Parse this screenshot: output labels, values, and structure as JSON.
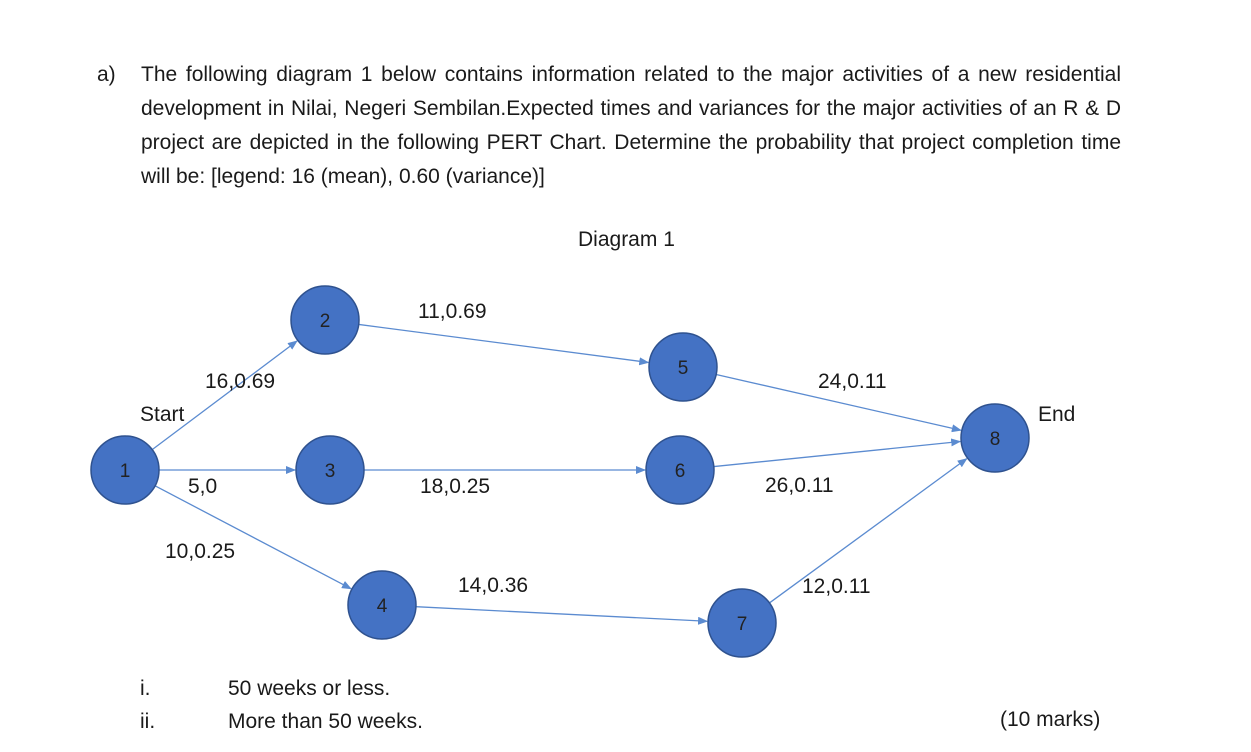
{
  "question": {
    "label": "a)",
    "text": "The following  diagram 1 below contains information related to the major activities of a new residential development in Nilai, Negeri Sembilan.Expected times and variances for the major activities of an R & D  project are depicted in the following  PERT Chart. Determine the probability that project completion time will be: [legend: 16 (mean), 0.60 (variance)]"
  },
  "diagram": {
    "caption": "Diagram 1",
    "start_label": "Start",
    "end_label": "End",
    "node_color": "#4472c4",
    "nodes": [
      "1",
      "2",
      "3",
      "4",
      "5",
      "6",
      "7",
      "8"
    ],
    "edges": [
      {
        "from": "1",
        "to": "2",
        "label": "16,0.69"
      },
      {
        "from": "1",
        "to": "3",
        "label": "5,0"
      },
      {
        "from": "1",
        "to": "4",
        "label": "10,0.25"
      },
      {
        "from": "2",
        "to": "5",
        "label": "11,0.69"
      },
      {
        "from": "3",
        "to": "6",
        "label": "18,0.25"
      },
      {
        "from": "4",
        "to": "7",
        "label": "14,0.36"
      },
      {
        "from": "5",
        "to": "8",
        "label": "24,0.11"
      },
      {
        "from": "6",
        "to": "8",
        "label": "26,0.11"
      },
      {
        "from": "7",
        "to": "8",
        "label": "12,0.11"
      }
    ]
  },
  "subquestions": [
    {
      "num": "i.",
      "text": "50 weeks or less."
    },
    {
      "num": "ii.",
      "text": "More than 50 weeks."
    }
  ],
  "marks": "(10 marks)"
}
